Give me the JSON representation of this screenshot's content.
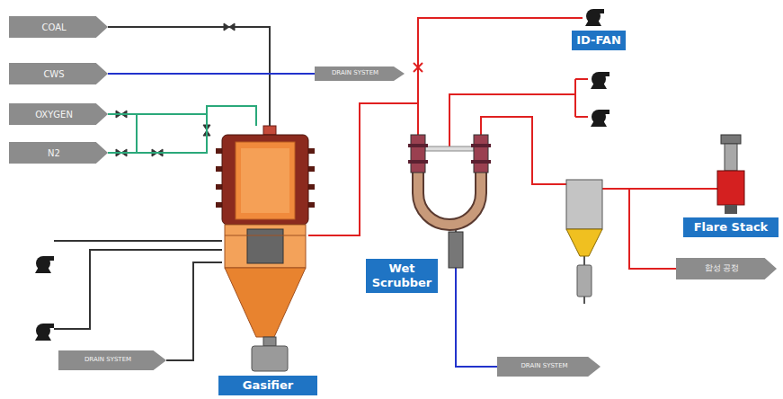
{
  "diagram": {
    "nodes": [
      {
        "text": [
          "COAL"
        ]
      },
      {
        "text": [
          "CWS"
        ]
      },
      {
        "text": [
          "OXYGEN"
        ]
      },
      {
        "text": [
          "N2"
        ]
      },
      {
        "text": [
          "DRAIN SYSTEM"
        ]
      },
      {
        "text": [
          "ID-FAN"
        ]
      },
      {
        "text": [
          "Gasifier"
        ]
      },
      {
        "text": [
          "Wet Scrubber"
        ]
      },
      {
        "text": [
          "Flare Stack"
        ]
      },
      {
        "text": [
          "합성 공정"
        ]
      },
      {
        "text": [
          "DRAIN SYSTEM"
        ]
      },
      {
        "text": [
          "DRAIN SYSTEM"
        ]
      }
    ],
    "edges": [
      {
        "from": 0,
        "to": 6,
        "arrow": "none"
      },
      {
        "from": 2,
        "to": 6,
        "arrow": "none"
      },
      {
        "from": 3,
        "to": 6,
        "arrow": "none"
      },
      {
        "from": 1,
        "to": 4,
        "arrow": "none"
      },
      {
        "from": 6,
        "to": 7,
        "arrow": "none"
      },
      {
        "from": 7,
        "to": 5,
        "arrow": "none"
      },
      {
        "from": 6,
        "to": 10,
        "arrow": "none"
      },
      {
        "from": 7,
        "to": 11,
        "arrow": "none"
      }
    ]
  }
}
